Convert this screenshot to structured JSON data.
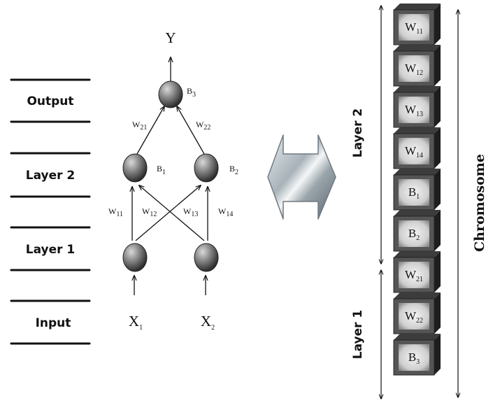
{
  "layer_labels": [
    "Output",
    "Layer 2",
    "Layer 1",
    "Input"
  ],
  "network": {
    "output": {
      "symbol": "Y",
      "bias": {
        "base": "B",
        "sub": "3"
      }
    },
    "hidden": [
      {
        "bias": {
          "base": "B",
          "sub": "1"
        }
      },
      {
        "bias": {
          "base": "B",
          "sub": "2"
        }
      }
    ],
    "inputs": [
      {
        "base": "X",
        "sub": "1"
      },
      {
        "base": "X",
        "sub": "2"
      }
    ],
    "layer2_weights": [
      {
        "base": "W",
        "sub": "21"
      },
      {
        "base": "W",
        "sub": "22"
      }
    ],
    "layer1_weights": [
      {
        "base": "W",
        "sub": "11"
      },
      {
        "base": "W",
        "sub": "12"
      },
      {
        "base": "W",
        "sub": "13"
      },
      {
        "base": "W",
        "sub": "14"
      }
    ]
  },
  "chromosome": {
    "genes": [
      {
        "base": "W",
        "sub": "11"
      },
      {
        "base": "W",
        "sub": "12"
      },
      {
        "base": "W",
        "sub": "13"
      },
      {
        "base": "W",
        "sub": "14"
      },
      {
        "base": "B",
        "sub": "1"
      },
      {
        "base": "B",
        "sub": "2"
      },
      {
        "base": "W",
        "sub": "21"
      },
      {
        "base": "W",
        "sub": "22"
      },
      {
        "base": "B",
        "sub": "3"
      }
    ],
    "segment_labels": [
      "Layer 2",
      "Layer 1"
    ],
    "label": "Chromosome"
  },
  "colors": {
    "node_fill": "#6b6b6b",
    "gene_face": "#555555",
    "gene_light": "#d6d6d6",
    "ink": "#111111"
  }
}
